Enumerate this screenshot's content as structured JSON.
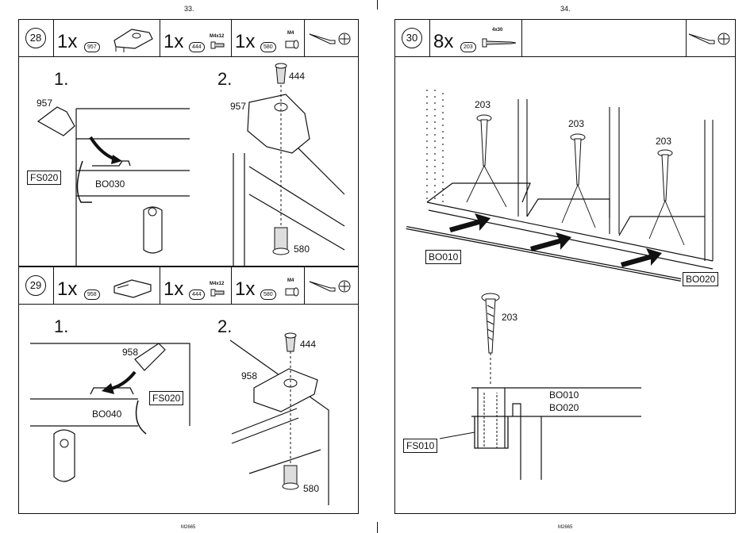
{
  "left_page": {
    "page_number": "33.",
    "footer_code": "M2665",
    "step28": {
      "step_number": "28",
      "parts": [
        {
          "qty": "1x",
          "code": "957",
          "size": ""
        },
        {
          "qty": "1x",
          "code": "444",
          "size": "M4x12"
        },
        {
          "qty": "1x",
          "code": "580",
          "size": "M4"
        }
      ],
      "sub1": "1.",
      "sub2": "2.",
      "labels": {
        "part_957_a": "957",
        "fs020": "FS020",
        "bo030": "BO030",
        "part_444": "444",
        "part_957_b": "957",
        "part_580": "580"
      }
    },
    "step29": {
      "step_number": "29",
      "parts": [
        {
          "qty": "1x",
          "code": "958",
          "size": ""
        },
        {
          "qty": "1x",
          "code": "444",
          "size": "M4x12"
        },
        {
          "qty": "1x",
          "code": "580",
          "size": "M4"
        }
      ],
      "sub1": "1.",
      "sub2": "2.",
      "labels": {
        "part_958_a": "958",
        "fs020": "FS020",
        "bo040": "BO040",
        "part_444": "444",
        "part_958_b": "958",
        "part_580": "580"
      }
    }
  },
  "right_page": {
    "page_number": "34.",
    "footer_code": "M2665",
    "step30": {
      "step_number": "30",
      "qty": "8x",
      "code": "203",
      "size": "4x30",
      "labels": {
        "screw_a": "203",
        "screw_b": "203",
        "screw_c": "203",
        "bo010": "BO010",
        "bo020": "BO020",
        "screw_detail": "203",
        "detail_bo010": "BO010",
        "detail_bo020": "BO020",
        "fs010": "FS010"
      }
    }
  }
}
